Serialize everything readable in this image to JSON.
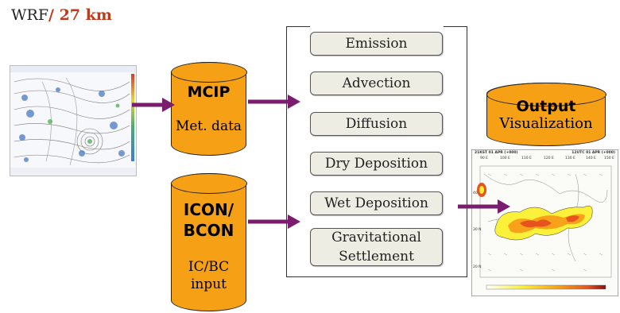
{
  "header": {
    "model": "WRF",
    "resolution": "/ 27 km"
  },
  "mcip": {
    "title": "MCIP",
    "subtitle": "Met. data"
  },
  "icon_bcon": {
    "title_line1": "ICON/",
    "title_line2": "BCON",
    "subtitle_line1": "IC/BC",
    "subtitle_line2": "input"
  },
  "processes": [
    {
      "label": "Emission"
    },
    {
      "label": "Advection"
    },
    {
      "label": "Diffusion"
    },
    {
      "label": "Dry Deposition"
    },
    {
      "label": "Wet Deposition"
    },
    {
      "label_line1": "Gravitational",
      "label_line2": "Settlement"
    }
  ],
  "output": {
    "title": "Output",
    "subtitle": "Visualization"
  },
  "output_map": {
    "left_header": "21KST 01 APR (+000)",
    "right_header": "12UTC 01 APR (+000)",
    "lon_ticks": [
      "90 E",
      "100 E",
      "110 E",
      "120 E",
      "130 E",
      "140 E",
      "150 E"
    ],
    "lat_ticks": [
      "40 N",
      "30 N",
      "20 N"
    ]
  },
  "colors": {
    "cylinder": "#f6a015",
    "arrow": "#7a1d6e",
    "accent": "#c0391b"
  }
}
